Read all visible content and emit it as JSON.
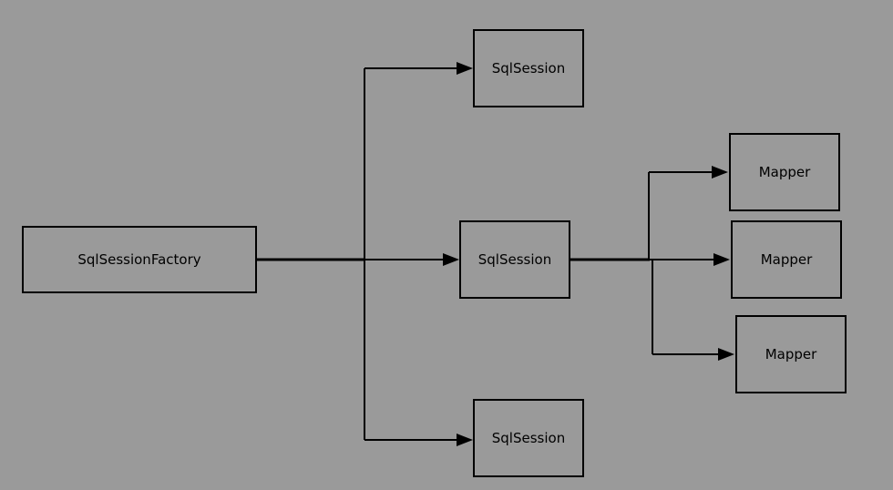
{
  "diagram": {
    "nodes": {
      "factory": {
        "label": "SqlSessionFactory"
      },
      "session_top": {
        "label": "SqlSession"
      },
      "session_middle": {
        "label": "SqlSession"
      },
      "session_bottom": {
        "label": "SqlSession"
      },
      "mapper_1": {
        "label": "Mapper"
      },
      "mapper_2": {
        "label": "Mapper"
      },
      "mapper_3": {
        "label": "Mapper"
      }
    }
  }
}
